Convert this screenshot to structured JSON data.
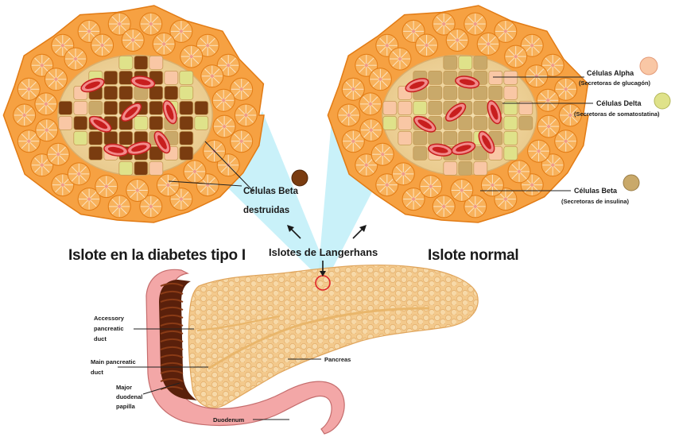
{
  "labels": {
    "alpha": "Células Alpha",
    "alpha_sub": "(Secretoras de glucagón)",
    "delta": "Células Delta",
    "delta_sub": "(Secretoras de somatostatina)",
    "beta": "Células Beta",
    "beta_sub": "(Secretoras de insulina)",
    "beta_destroyed_1": "Células Beta",
    "beta_destroyed_2": "destruidas",
    "islet_diabetes": "Islote en la diabetes tipo I",
    "islets_langerhans": "Islotes de Langerhans",
    "islet_normal": "Islote normal",
    "accessory_duct_1": "Accessory",
    "accessory_duct_2": "pancreatic",
    "accessory_duct_3": "duct",
    "main_duct_1": "Main pancreatic",
    "main_duct_2": "duct",
    "papilla_1": "Major",
    "papilla_2": "duodenal",
    "papilla_3": "papilla",
    "pancreas": "Pancreas",
    "duodenum": "Duodenum"
  },
  "icons": {
    "alpha_cell": "alpha-cell-icon",
    "delta_cell": "delta-cell-icon",
    "beta_cell": "beta-cell-icon",
    "destroyed_beta_cell": "destroyed-beta-cell-icon"
  },
  "colors": {
    "acinar": "#f6a142",
    "acinar_line": "#e27b14",
    "islet_bg": "#efd7a0",
    "alpha": "#f9c7a5",
    "delta": "#dfe28a",
    "beta": "#c9a96a",
    "beta_destroyed": "#7a3c10",
    "vessel": "#c81e1e",
    "beam": "#bfeef8",
    "pancreas": "#f3c98c",
    "duodenum": "#f3a7a7",
    "duodenum_inner": "#5a200b"
  }
}
